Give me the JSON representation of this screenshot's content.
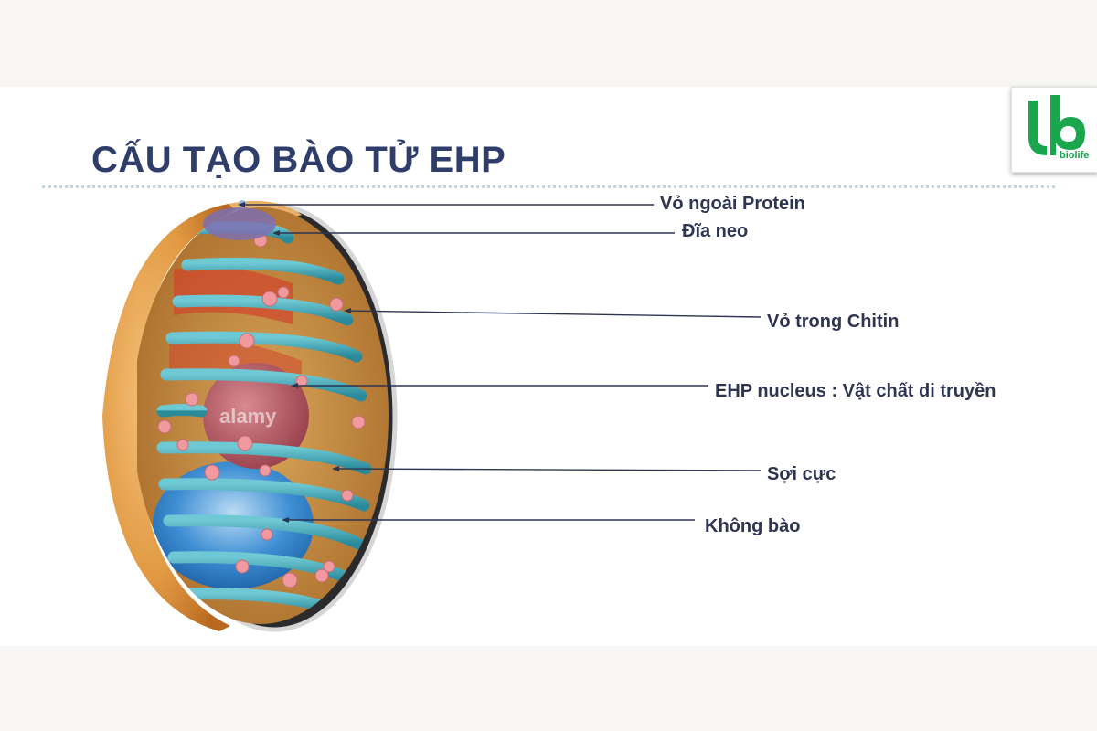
{
  "title": "CẤU TẠO BÀO TỬ EHP",
  "logo": {
    "text": "biolife",
    "color": "#17a34a"
  },
  "labels": [
    "Vỏ ngoài Protein",
    "Đĩa neo",
    "Vỏ trong Chitin",
    "EHP nucleus : Vật chất di truyền",
    "Sợi cực",
    "Không bào"
  ],
  "watermark": "alamy",
  "colors": {
    "title": "#2f3d6b",
    "label": "#2d3550",
    "shell": "#e29a43",
    "coil": "#3fa6b5",
    "nucleus": "#b5525c",
    "vacuole": "#2f80c9"
  }
}
